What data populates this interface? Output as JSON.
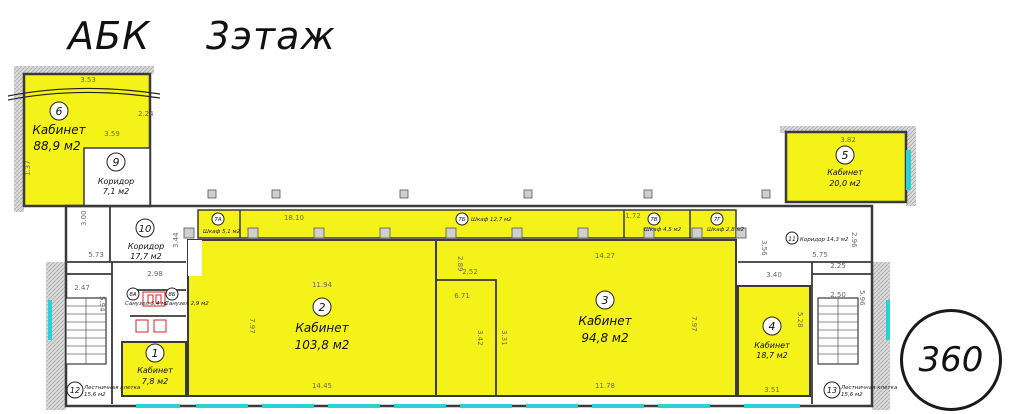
{
  "header": {
    "building": "АБК",
    "floor": "3этаж"
  },
  "badge": {
    "label": "360"
  },
  "rooms": {
    "r1": {
      "num": "1",
      "name": "Кабинет",
      "area": "7,8 м2"
    },
    "r2": {
      "num": "2",
      "name": "Кабинет",
      "area": "103,8 м2"
    },
    "r3": {
      "num": "3",
      "name": "Кабинет",
      "area": "94,8 м2"
    },
    "r4": {
      "num": "4",
      "name": "Кабинет",
      "area": "18,7 м2"
    },
    "r5": {
      "num": "5",
      "name": "Кабинет",
      "area": "20,0 м2"
    },
    "r6": {
      "num": "6",
      "name": "Кабинет",
      "area": "88,9 м2"
    },
    "r7a": {
      "num": "7А",
      "name": "Шкаф 5,1 м2"
    },
    "r7b": {
      "num": "7Б",
      "name": "Шкаф 12,7 м2"
    },
    "r7v": {
      "num": "7В",
      "name": "Шкаф 4,5 м2"
    },
    "r7g": {
      "num": "7Г",
      "name": "Шкаф 2,8 м2"
    },
    "r8a": {
      "num": "8А",
      "name": "Санузел 3,4 м2"
    },
    "r8b": {
      "num": "8Б",
      "name": "Санузел 2,9 м2"
    },
    "r9": {
      "num": "9",
      "name": "Коридор",
      "area": "7,1 м2"
    },
    "r10": {
      "num": "10",
      "name": "Коридор",
      "area": "17,7 м2"
    },
    "r11": {
      "num": "11",
      "name": "Коридор 14,3 м2"
    },
    "r12": {
      "num": "12",
      "name": "Лестничная клетка",
      "area": "15,6 м2"
    },
    "r13": {
      "num": "13",
      "name": "Лестничная клетка",
      "area": "15,6 м2"
    }
  },
  "dims": {
    "d6top": "3.53",
    "d6a": "2.24",
    "d6b": "3.59",
    "d6c": "1.37",
    "d5top": "3.82",
    "d3_00": "3.00",
    "d5_73": "5.73",
    "d3_44": "3.44",
    "d2_98": "2.98",
    "d2_47": "2.47",
    "d5_94": "5.94",
    "d18_10": "18.10",
    "d11_94": "11.94",
    "d7_97a": "7.97",
    "d14_45": "14.45",
    "d2_89": "2.89",
    "d2_52": "2.52",
    "d6_71": "6.71",
    "d14_27": "14.27",
    "d3_42": "3.42",
    "d3_31": "3.31",
    "d7_97b": "7.97",
    "d11_78": "11.78",
    "d1_72": "1.72",
    "d3_56": "3.56",
    "d5_75": "5.75",
    "d2_96": "2.96",
    "d2_25": "2.25",
    "d3_40": "3.40",
    "d5_28": "5.28",
    "d3_51": "3.51",
    "d2_50": "2.50",
    "d5_96": "5.96"
  },
  "colors": {
    "room": "#f5f219",
    "wall": "#3a3a3a",
    "window": "#2bd1d6",
    "stair": "#e8e8e8"
  }
}
